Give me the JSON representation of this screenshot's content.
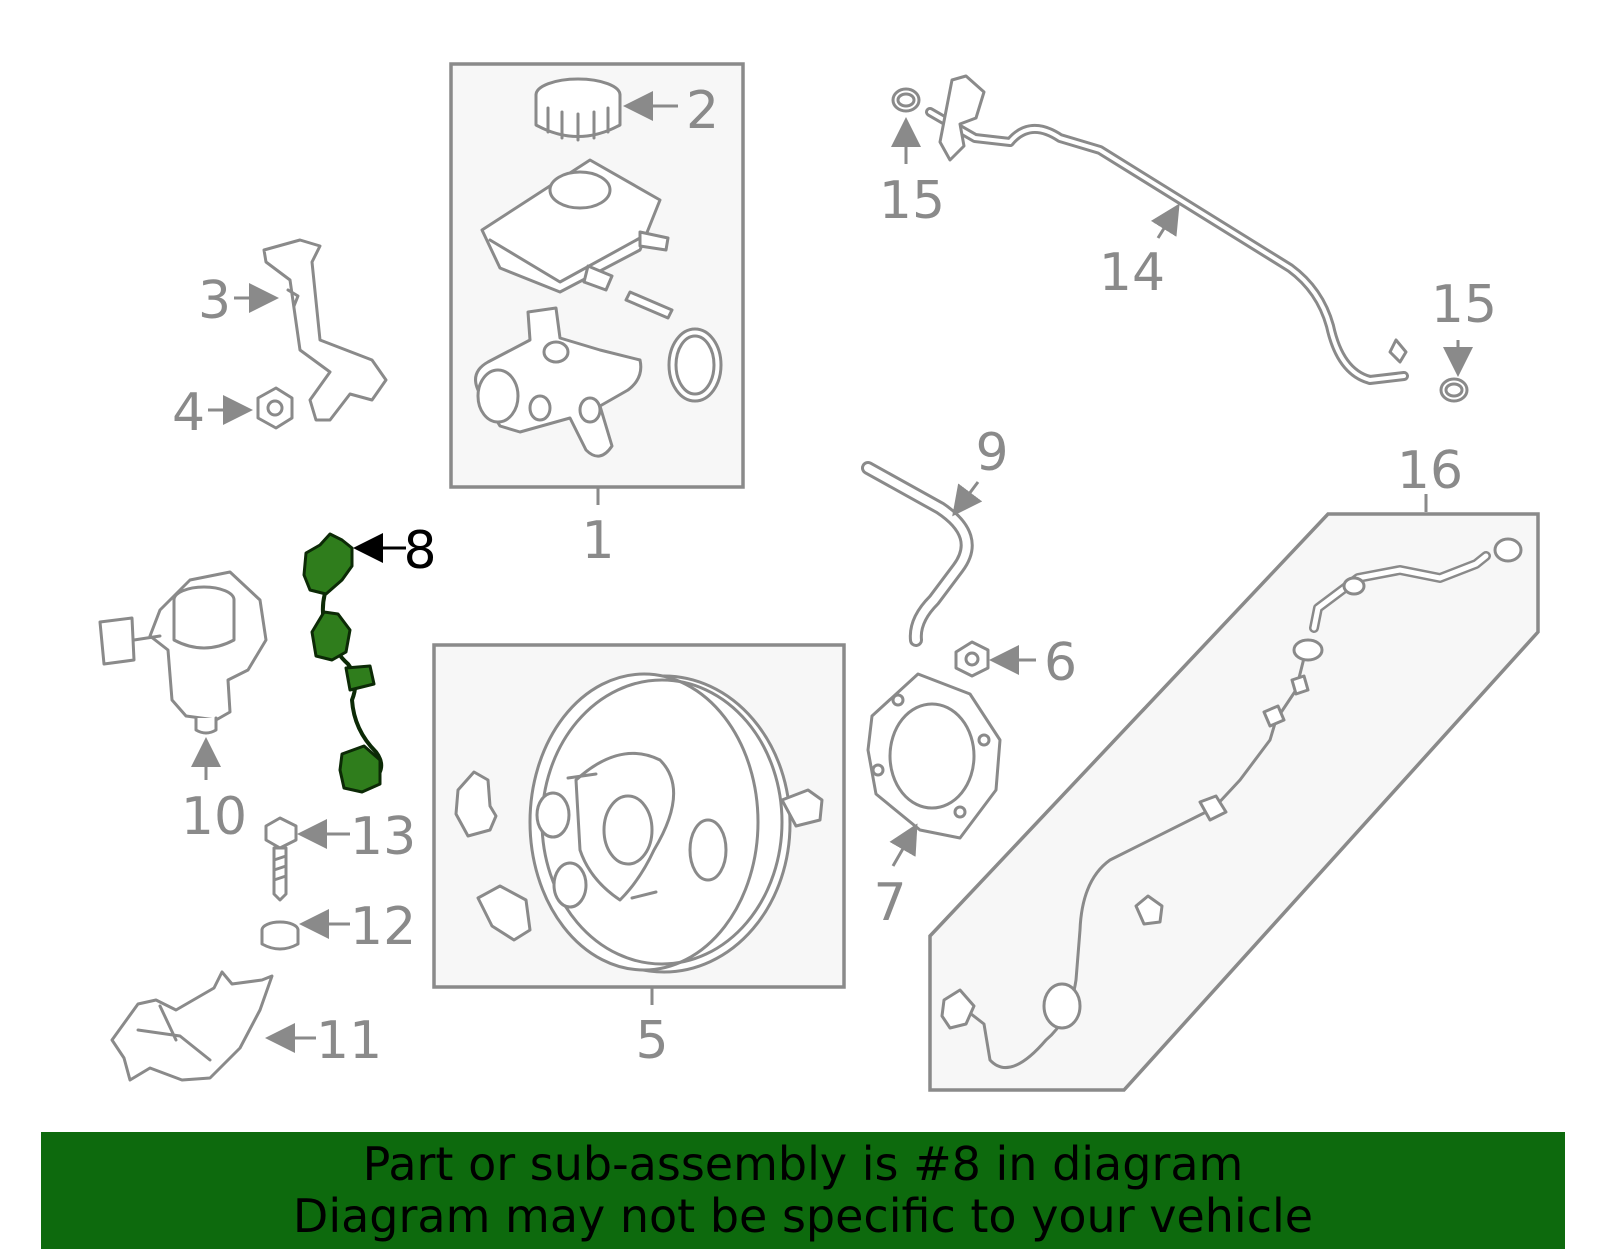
{
  "highlight_color": "#0d6a0d",
  "highlight_part_color": "#2f7d1c",
  "callouts": {
    "c1": "1",
    "c2": "2",
    "c3": "3",
    "c4": "4",
    "c5": "5",
    "c6": "6",
    "c7": "7",
    "c8": "8",
    "c9": "9",
    "c10": "10",
    "c11": "11",
    "c12": "12",
    "c13": "13",
    "c14": "14",
    "c15a": "15",
    "c15b": "15",
    "c16": "16"
  },
  "banner": {
    "line1": "Part or sub-assembly is #8 in diagram",
    "line2": "Diagram may not be specific to your vehicle"
  }
}
